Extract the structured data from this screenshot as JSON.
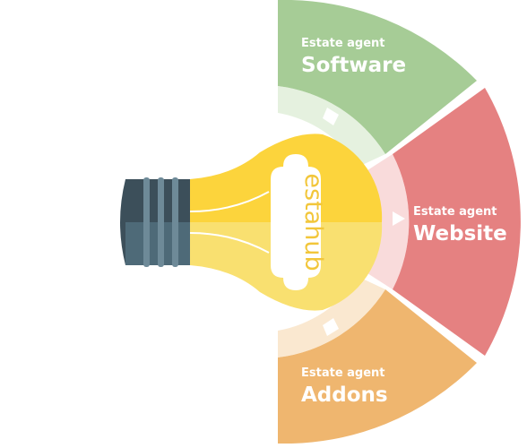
{
  "colors": {
    "software": "#A6CC96",
    "website": "#E58181",
    "addons": "#EFB66F",
    "bulb_top": "#FCD43C",
    "bulb_bottom": "#F9E070",
    "base_dark": "#3C4F5A",
    "base_light": "#4E6A78"
  },
  "bulb": {
    "brand": "estahub"
  },
  "segments": [
    {
      "id": "software",
      "kicker": "Estate agent",
      "title": "Software",
      "color_key": "software"
    },
    {
      "id": "website",
      "kicker": "Estate agent",
      "title": "Website",
      "color_key": "website"
    },
    {
      "id": "addons",
      "kicker": "Estate agent",
      "title": "Addons",
      "color_key": "addons"
    }
  ]
}
